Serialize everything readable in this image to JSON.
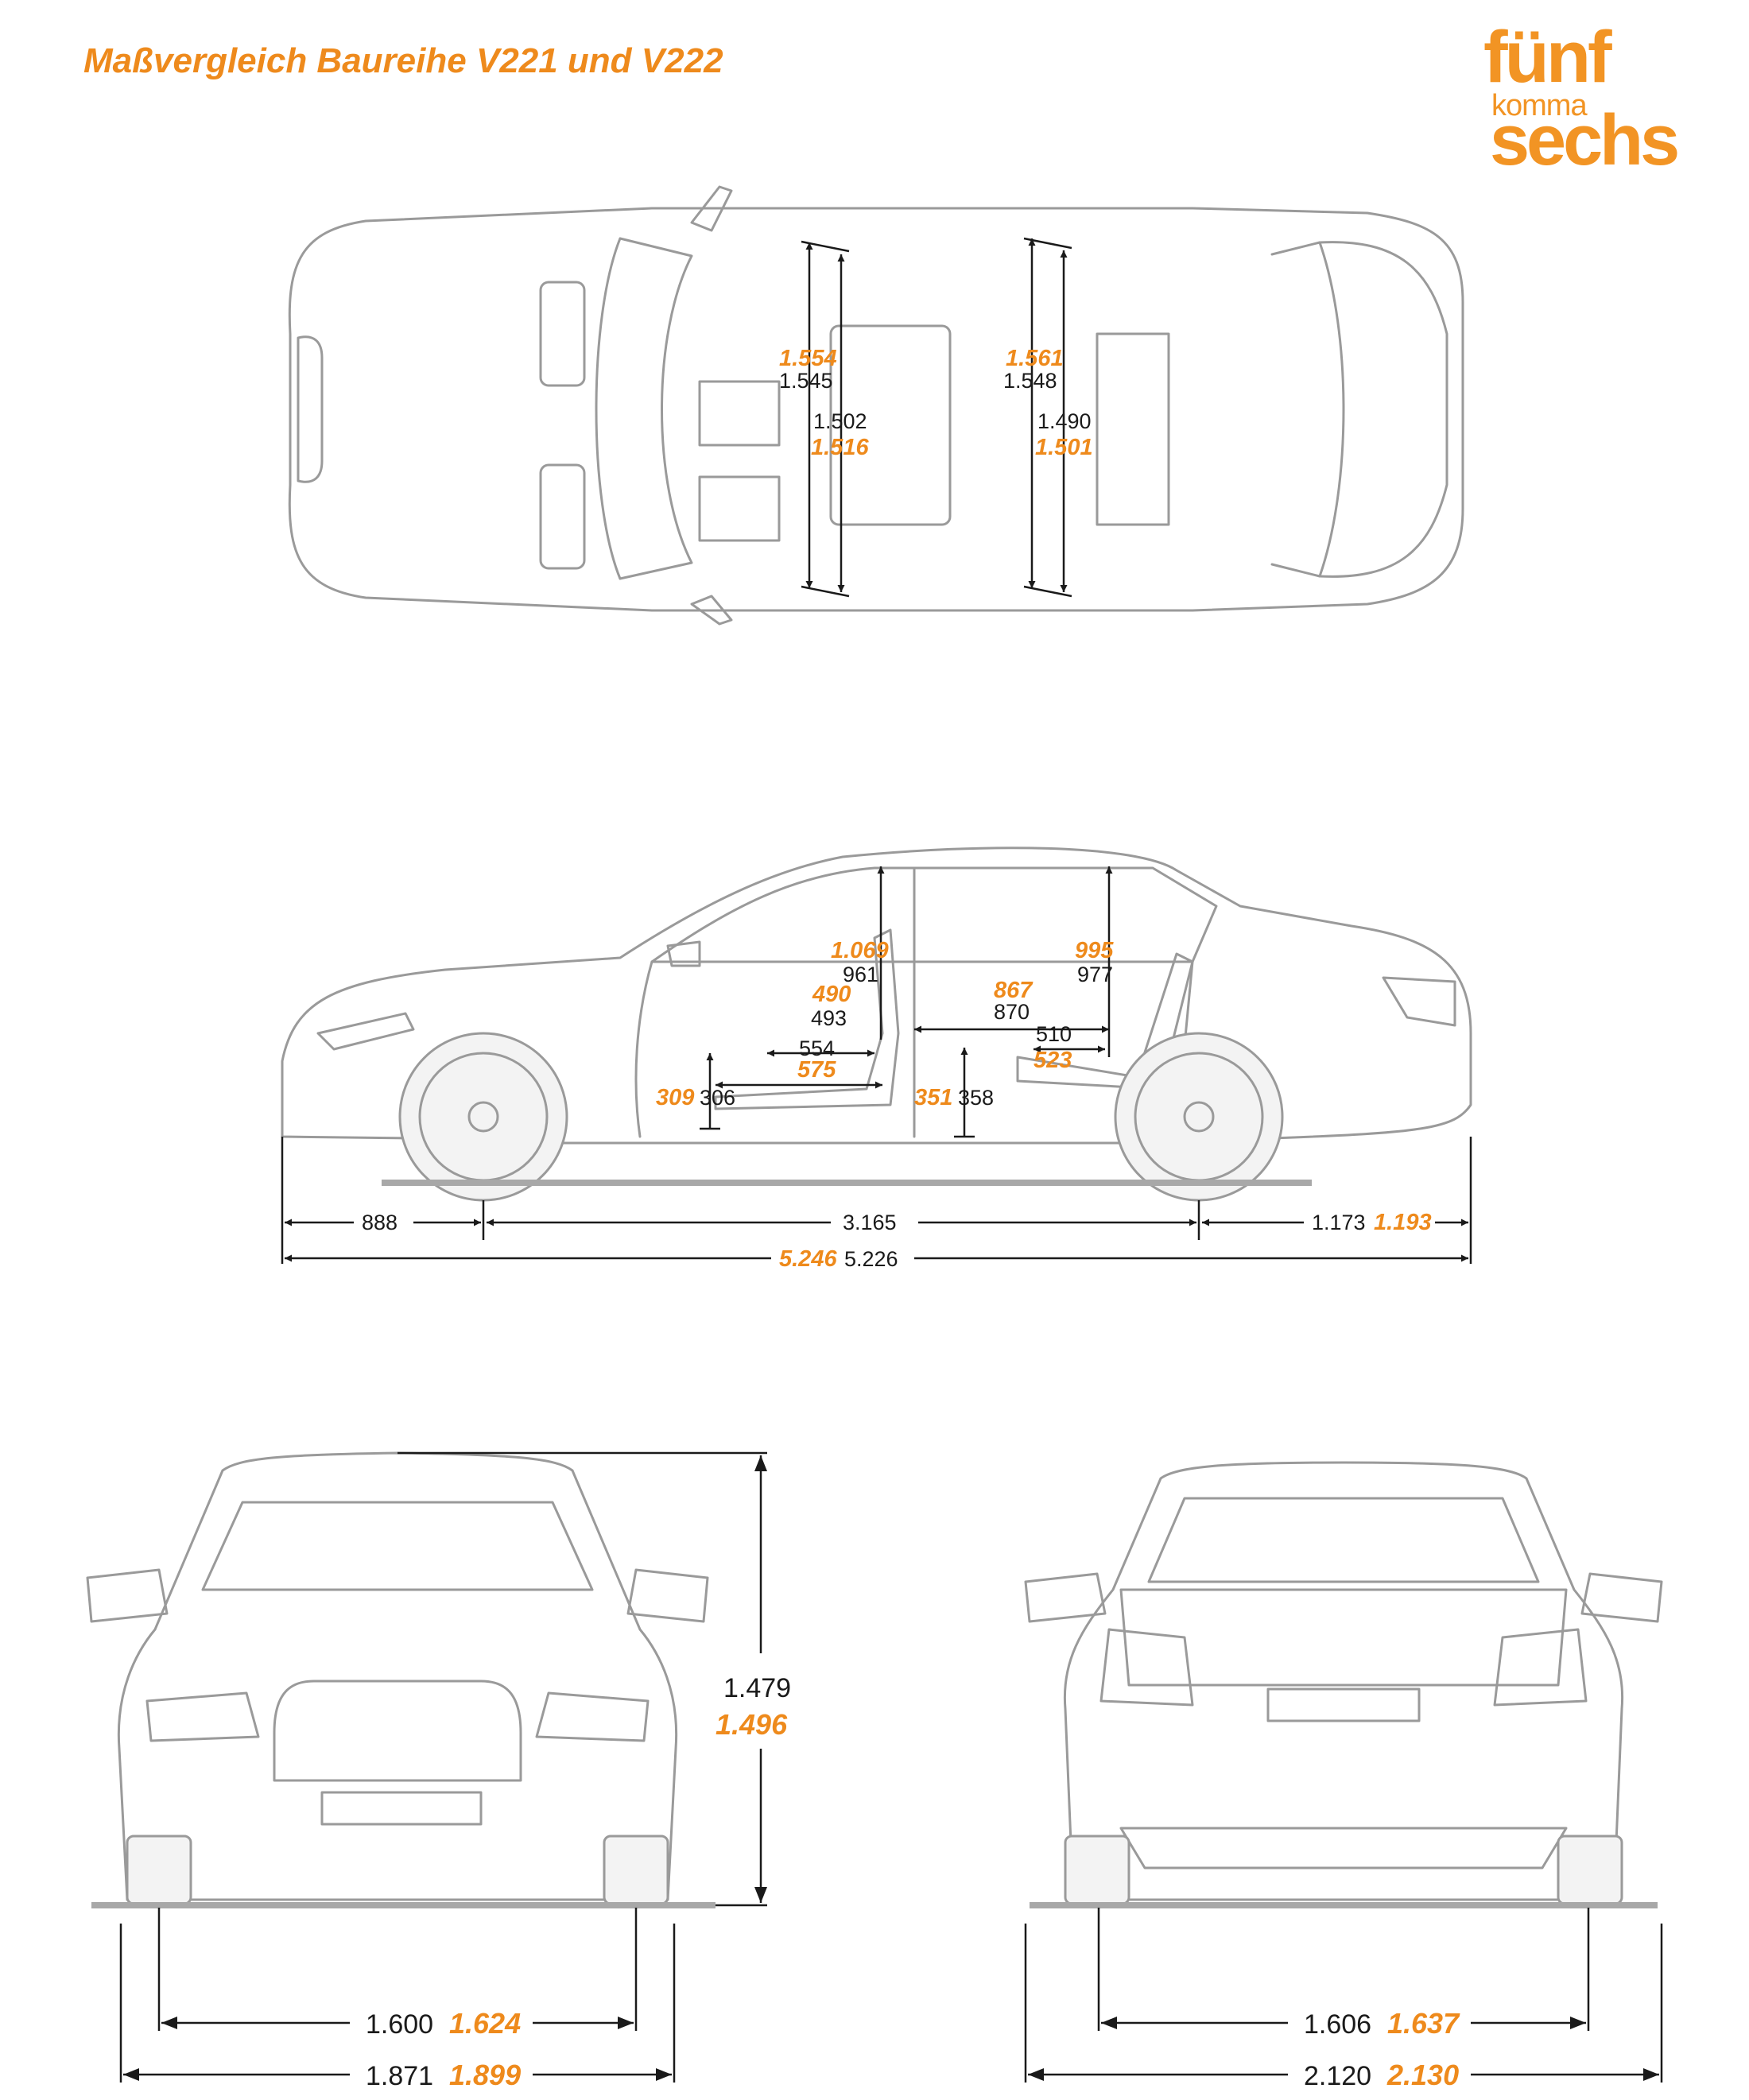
{
  "title": "Maßvergleich Baureihe V221 und V222",
  "logo": {
    "line1": "fünf",
    "line2": "komma",
    "line3": "sechs"
  },
  "colors": {
    "accent": "#ee8a1c",
    "drawing": "#9a9a9a",
    "dimension": "#1a1a1a"
  },
  "top_view": {
    "front_shoulder_new": "1.554",
    "front_shoulder_old": "1.545",
    "front_elbow_old": "1.502",
    "front_elbow_new": "1.516",
    "rear_shoulder_new": "1.561",
    "rear_shoulder_old": "1.548",
    "rear_elbow_old": "1.490",
    "rear_elbow_new": "1.501"
  },
  "side_view": {
    "front_headroom_new": "1.069",
    "front_headroom_old": "961",
    "rear_headroom_new": "995",
    "rear_headroom_old": "977",
    "front_seat_depth_new": "490",
    "front_seat_depth_old": "493",
    "rear_legroom_new": "867",
    "rear_legroom_old": "870",
    "front_cushion_old": "554",
    "front_cushion_new": "575",
    "rear_cushion_old": "510",
    "rear_cushion_new": "523",
    "front_seat_height_new": "309",
    "front_seat_height_old": "306",
    "rear_seat_height_new": "351",
    "rear_seat_height_old": "358",
    "front_overhang": "888",
    "wheelbase": "3.165",
    "rear_overhang_old": "1.173",
    "rear_overhang_new": "1.193",
    "length_new": "5.246",
    "length_old": "5.226"
  },
  "front_view": {
    "height_old": "1.479",
    "height_new": "1.496",
    "track_old": "1.600",
    "track_new": "1.624",
    "width_old": "1.871",
    "width_new": "1.899"
  },
  "rear_view": {
    "track_old": "1.606",
    "track_new": "1.637",
    "width_mirrors_old": "2.120",
    "width_mirrors_new": "2.130"
  }
}
